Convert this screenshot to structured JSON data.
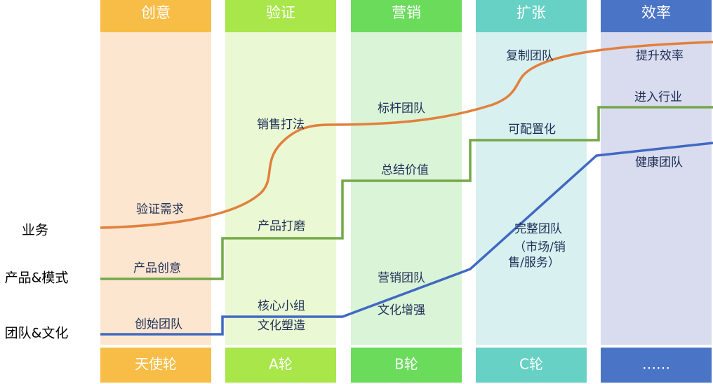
{
  "stages": [
    {
      "header": "创意",
      "footer": "天使轮",
      "header_color": "#F7BD47",
      "body_color": "#FCE6D0",
      "footer_color": "#F7BD47"
    },
    {
      "header": "验证",
      "footer": "A轮",
      "header_color": "#A8E64A",
      "body_color": "#EAF8D3",
      "footer_color": "#A8E64A"
    },
    {
      "header": "营销",
      "footer": "B轮",
      "header_color": "#6BDB5C",
      "body_color": "#DAF4D8",
      "footer_color": "#6BDB5C"
    },
    {
      "header": "扩张",
      "footer": "C轮",
      "header_color": "#66D1C4",
      "body_color": "#D8F0F0",
      "footer_color": "#66D1C4"
    },
    {
      "header": "效率",
      "footer": "……",
      "header_color": "#4A74C6",
      "body_color": "#D9DCEF",
      "footer_color": "#4A74C6"
    }
  ],
  "row_labels": [
    "业务",
    "产品&模式",
    "团队&文化"
  ],
  "lines": {
    "business": {
      "color": "#E2803D",
      "labels": [
        "验证需求",
        "销售打法",
        "标杆团队",
        "复制团队",
        "提升效率"
      ]
    },
    "product": {
      "color": "#74A84A",
      "labels": [
        "产品创意",
        "产品打磨",
        "总结价值",
        "可配置化",
        "进入行业"
      ]
    },
    "team": {
      "color": "#4169C1",
      "labels": [
        "创始团队",
        "核心小组",
        "文化塑造",
        "营销团队",
        "文化增强",
        "完整团队",
        "（市场/销",
        "售/服务）",
        "健康团队"
      ]
    }
  },
  "text_color": "#1F2F56"
}
